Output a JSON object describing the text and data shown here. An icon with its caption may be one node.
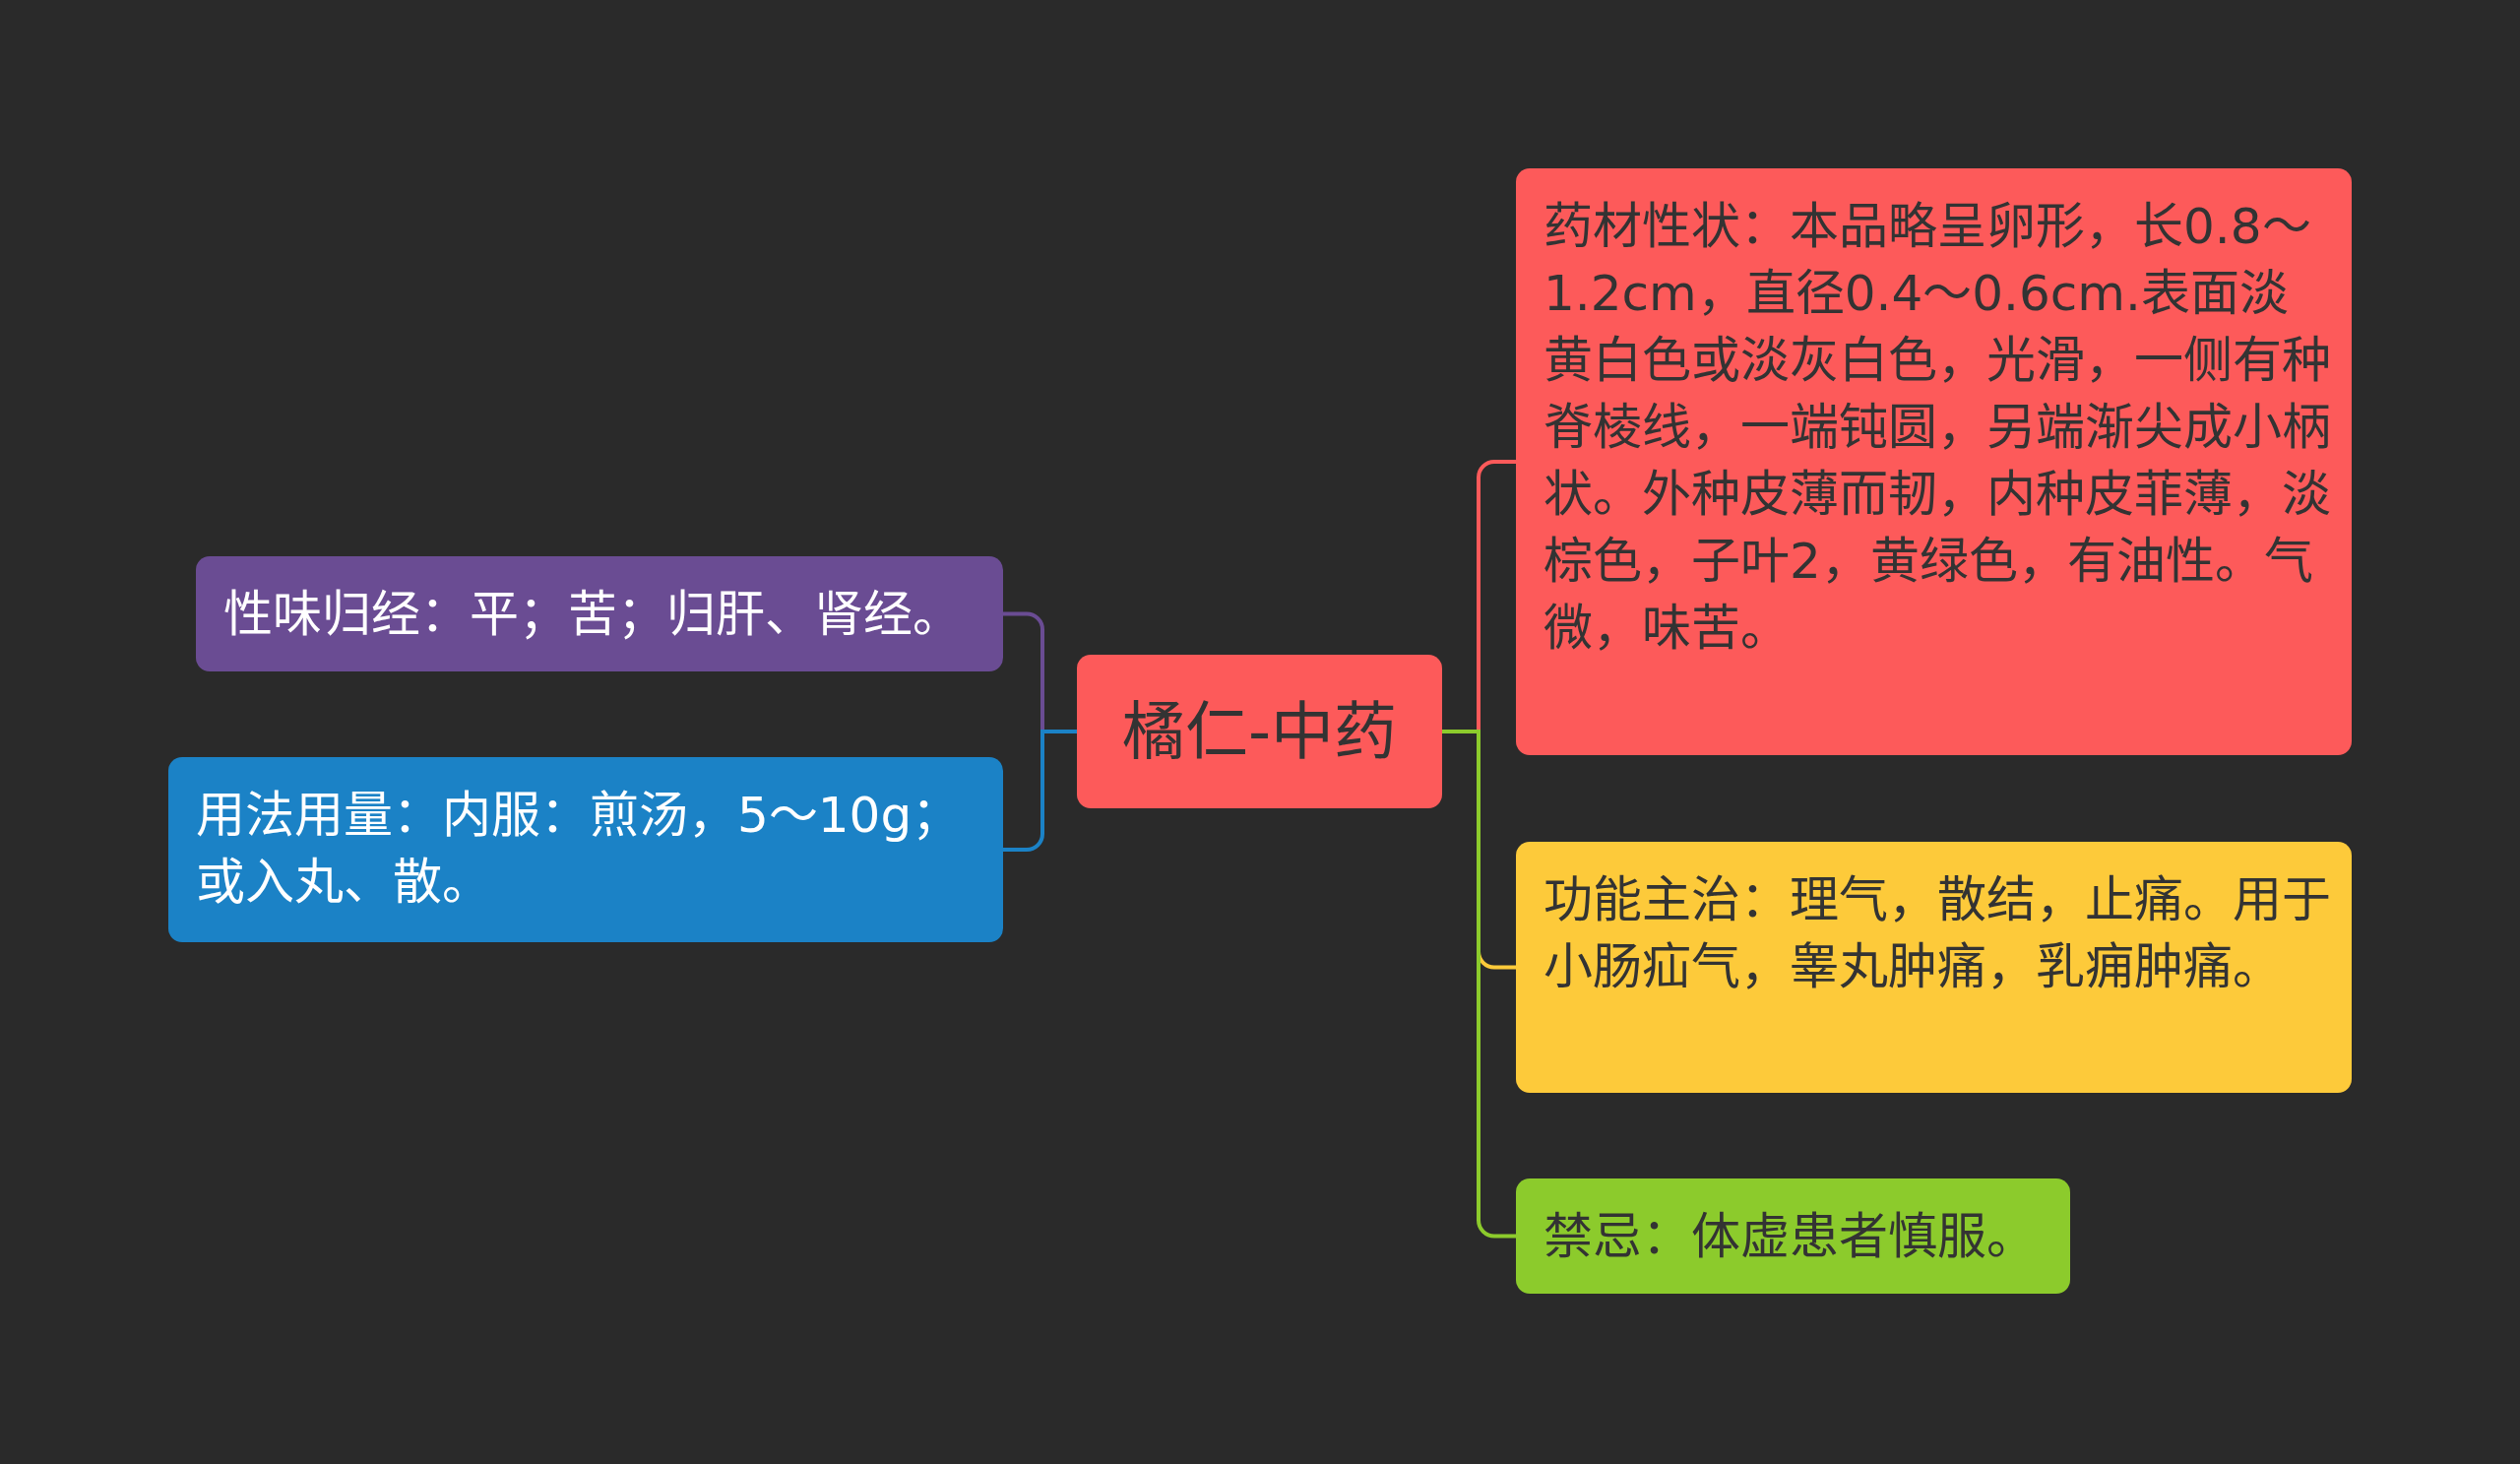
{
  "diagram": {
    "nodes": [
      {
        "text": [
          "橘仁-中药"
        ]
      },
      {
        "text": [
          "性味归经：平；苦；归肝、肾经。"
        ]
      },
      {
        "text": [
          "用法用量：内服：煎汤，5～10g；或入丸、散。"
        ]
      },
      {
        "text": [
          "药材性状：本品略呈卵形，长0.8～1.2cm，直径0.4～0.6cm.表面淡黄白色或淡灰白色，光滑，一侧有种脊棱线，一端钝圆，另端渐尖成小柄状。外种皮薄而韧，内种皮菲薄，淡棕色，子叶2，黄绿色，有油性。气微，味苦。"
        ]
      },
      {
        "text": [
          "功能主治：理气，散结，止痛。用于小肠疝气，睾丸肿痛，乳痈肿痛。"
        ]
      },
      {
        "text": [
          "禁忌：体虚患者慎服。"
        ]
      }
    ],
    "edges": [
      {
        "from": 0,
        "to": 1,
        "arrow": "none",
        "color": "#6a4c93"
      },
      {
        "from": 0,
        "to": 2,
        "arrow": "none",
        "color": "#1b82c6"
      },
      {
        "from": 0,
        "to": 3,
        "arrow": "none",
        "color": "#fd5a5a"
      },
      {
        "from": 0,
        "to": 4,
        "arrow": "none",
        "color": "#fdca3a"
      },
      {
        "from": 0,
        "to": 5,
        "arrow": "none",
        "color": "#8ccb2c"
      }
    ]
  }
}
